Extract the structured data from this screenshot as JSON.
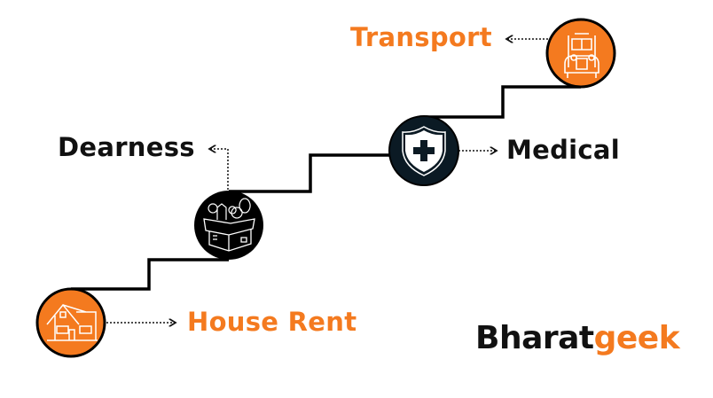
{
  "items": [
    {
      "label": "House Rent",
      "icon": "house-icon",
      "color": "#F47A1F"
    },
    {
      "label": "Dearness",
      "icon": "grocery-box-icon",
      "color": "#111111"
    },
    {
      "label": "Medical",
      "icon": "medical-shield-icon",
      "color": "#111111"
    },
    {
      "label": "Transport",
      "icon": "bus-icon",
      "color": "#F47A1F"
    }
  ],
  "logo": {
    "part1": "Bharat",
    "part2": "geek"
  },
  "colors": {
    "accent": "#F47A1F",
    "dark": "#0B1A24",
    "line": "#000000"
  }
}
